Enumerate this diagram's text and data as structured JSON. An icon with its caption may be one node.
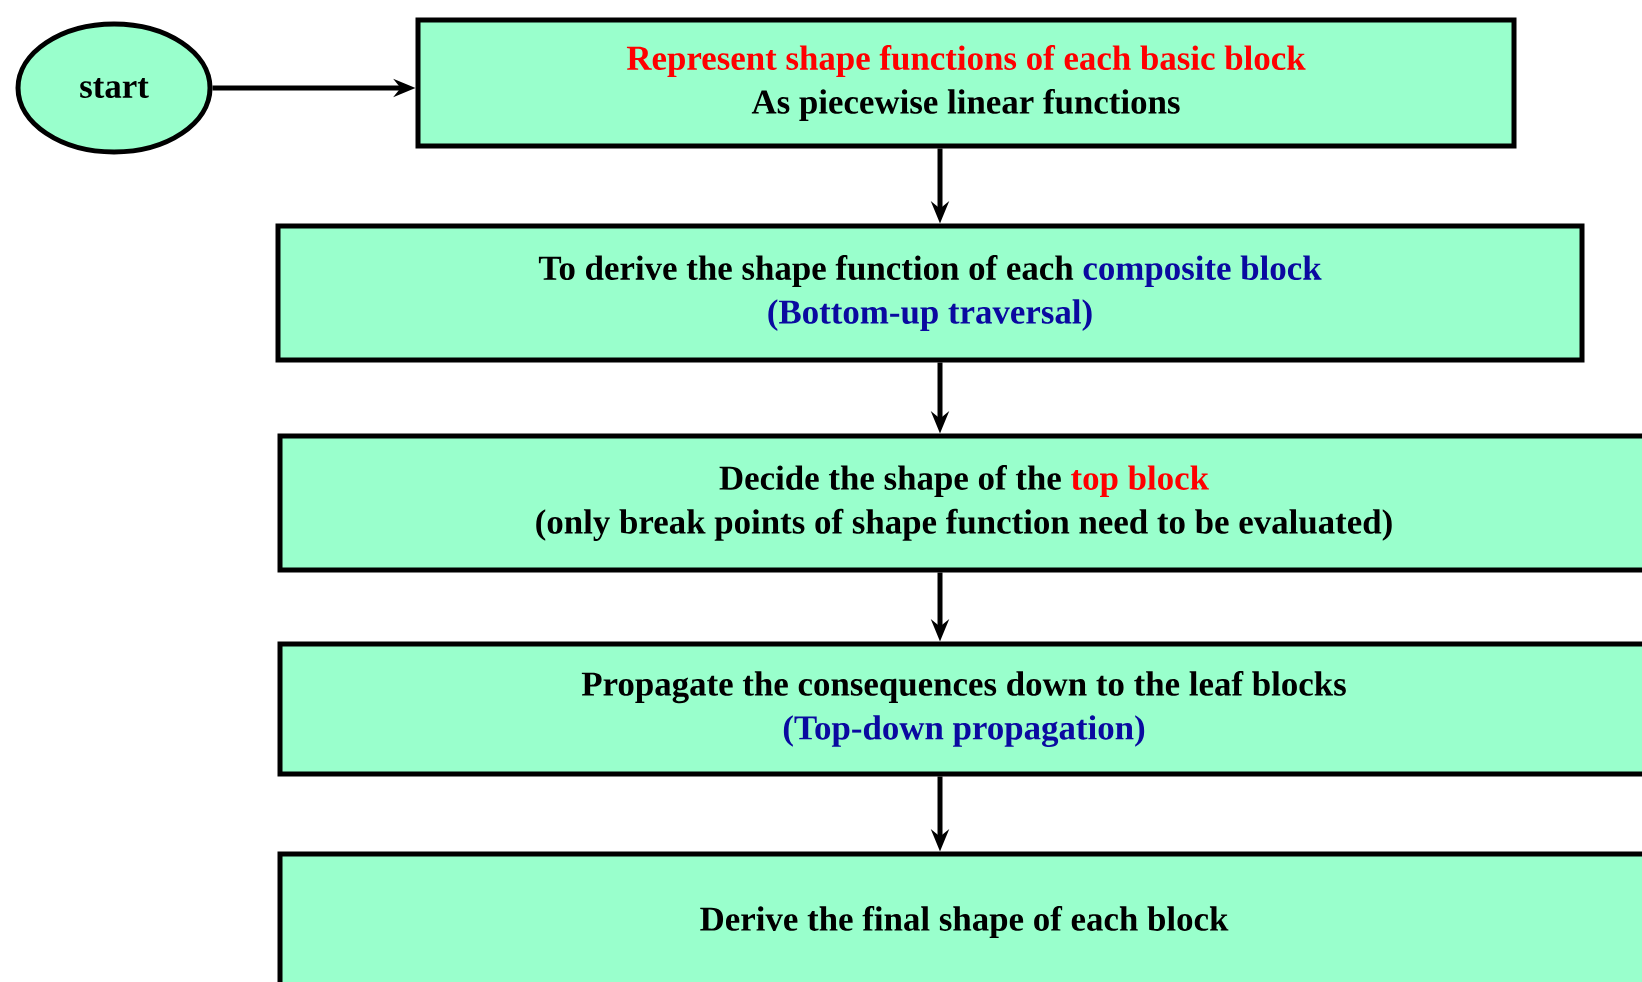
{
  "diagram": {
    "nodes": [
      {
        "text": [
          "start"
        ]
      },
      {
        "text": [
          "Represent shape functions of each basic block",
          "As piecewise linear functions"
        ]
      },
      {
        "text": [
          "To derive the shape function of each",
          "composite block",
          "(Bottom-up traversal)"
        ]
      },
      {
        "text": [
          "Decide the shape of the",
          "top block",
          "(only break points of shape function need to be evaluated)"
        ]
      },
      {
        "text": [
          "Propagate the consequences down to the leaf blocks",
          "(Top-down propagation)"
        ]
      },
      {
        "text": [
          "Derive the final shape of each block"
        ]
      }
    ],
    "edges": [
      {
        "from": 0,
        "to": 1,
        "arrow": "to"
      },
      {
        "from": 1,
        "to": 2,
        "arrow": "to"
      },
      {
        "from": 2,
        "to": 3,
        "arrow": "to"
      },
      {
        "from": 3,
        "to": 4,
        "arrow": "to"
      },
      {
        "from": 4,
        "to": 5,
        "arrow": "to"
      }
    ]
  }
}
